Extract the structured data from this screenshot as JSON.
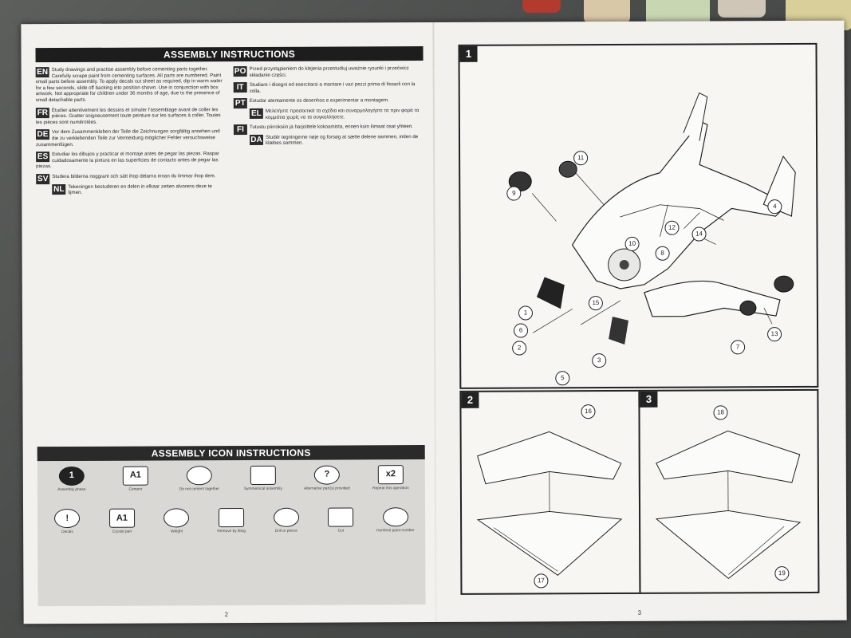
{
  "sheet": {
    "title": "ASSEMBLY INSTRUCTIONS",
    "icon_title": "ASSEMBLY ICON INSTRUCTIONS",
    "page_left": "2",
    "page_right": "3"
  },
  "languages": [
    {
      "code": "EN",
      "text": "Study drawings and practise assembly before cementing parts together. Carefully scrape paint from cementing surfaces. All parts are numbered. Paint small parts before assembly. To apply decals cut sheet as required, dip in warm water for a few seconds, slide off backing into position shown. Use in conjunction with box artwork. Not appropriate for children under 36 months of age, due to the presence of small detachable parts."
    },
    {
      "code": "FR",
      "text": "Étudier attentivement les dessins et simuler l'assemblage avant de coller les pièces. Gratter soigneusement toute peinture sur les surfaces à coller. Toutes les pièces sont numérotées."
    },
    {
      "code": "DE",
      "text": "Vor dem Zusammenkleben der Teile die Zeichnungen sorgfältig ansehen und die zu verklebenden Teile zur Vermeidung möglicher Fehler versuchsweise zusammenfügen."
    },
    {
      "code": "ES",
      "text": "Estudiar los dibujos y practicar el montaje antes de pegar las piezas. Raspar cuidadosamente la pintura en las superficies de contacto antes de pegar las piezas."
    },
    {
      "code": "SV",
      "text": "Studera bilderna noggrant och sätt ihop delarna innan du limmar ihop dem."
    },
    {
      "code": "NL",
      "text": "Tekeningen bestuderen en delen in elkaar zetten alvorens deze te lijmen."
    },
    {
      "code": "PO",
      "text": "Przed przystąpieniem do klejenia przestudiuj uważnie rysunki i przećwicz składanie części."
    },
    {
      "code": "IT",
      "text": "Studiare i disegni ed esercitarsi a montare i vari pezzi prima di fissarli con la colla."
    },
    {
      "code": "PT",
      "text": "Estudar atentamente os desenhos e experimentar a montagem."
    },
    {
      "code": "EL",
      "text": "Μελετήστε προσεκτικά τα σχέδια και συναρμολογήστε τα πριν φορά τα κομμάτια χωρίς να τα συγκολλήσετε."
    },
    {
      "code": "FI",
      "text": "Tutustu piirroksiin ja harjoittele kokoamista, ennen kuin liimaat osat yhteen."
    },
    {
      "code": "DA",
      "text": "Studér tegningerne nøje og forsøg at sætte delene sammen, inden de klæbes sammen."
    }
  ],
  "icons": [
    {
      "glyph": "1",
      "label": "Assembly phase"
    },
    {
      "glyph": "A1",
      "label": "Cement"
    },
    {
      "glyph": "",
      "label": "Do not cement together"
    },
    {
      "glyph": "",
      "label": "Symmetrical assembly"
    },
    {
      "glyph": "?",
      "label": "Alternative part(s) provided"
    },
    {
      "glyph": "x2",
      "label": "Repeat this operation"
    }
  ],
  "icons_row2": [
    {
      "glyph": "!",
      "label": "Decals"
    },
    {
      "glyph": "A1",
      "label": "Crystal part"
    },
    {
      "glyph": "",
      "label": "Weight"
    },
    {
      "glyph": "",
      "label": "Remove by filing"
    },
    {
      "glyph": "",
      "label": "Drill or pierce"
    },
    {
      "glyph": "",
      "label": "Cut"
    },
    {
      "glyph": "",
      "label": "Humbrol paint number"
    }
  ],
  "steps": [
    {
      "number": "1",
      "callouts": [
        "11",
        "9",
        "12",
        "14",
        "10",
        "8",
        "4",
        "15",
        "1",
        "6",
        "2",
        "3",
        "5",
        "7",
        "13"
      ]
    },
    {
      "number": "2",
      "callouts": [
        "16",
        "17"
      ]
    },
    {
      "number": "3",
      "callouts": [
        "18",
        "19"
      ]
    }
  ],
  "colors": {
    "ink": "#1d1d1d",
    "paper": "#f2f1ee",
    "bench": "#4a4d4b"
  }
}
